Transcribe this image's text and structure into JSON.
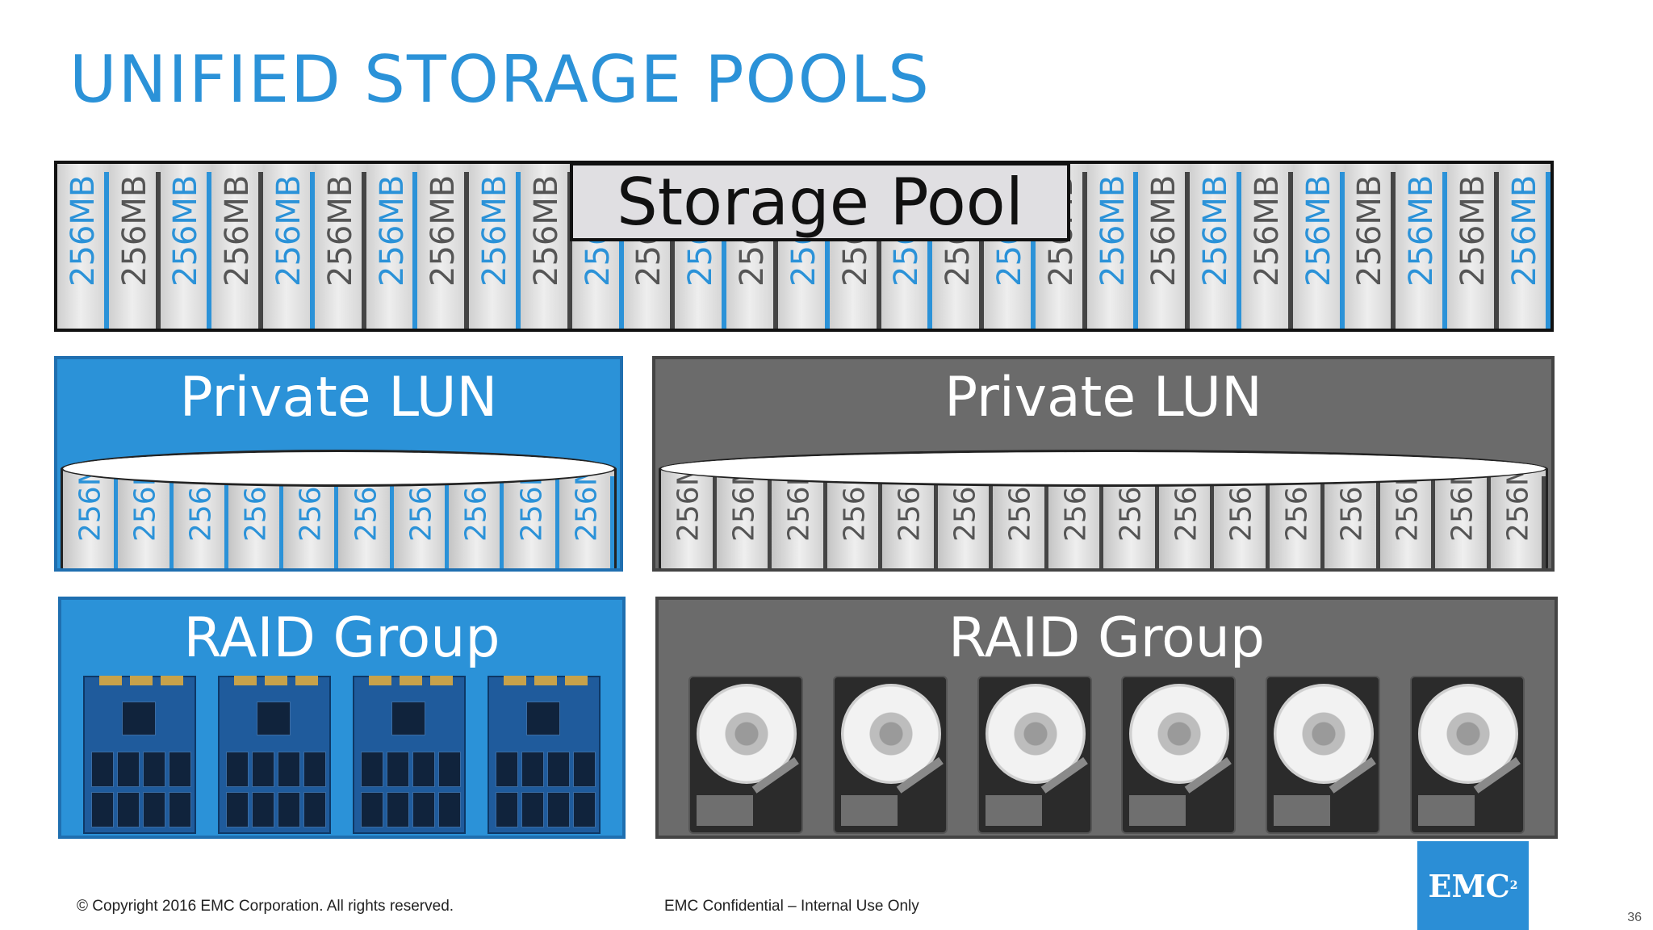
{
  "title": "UNIFIED STORAGE POOLS",
  "colors": {
    "accent": "#2b92d8",
    "gray_box": "#6b6b6b",
    "blue_box": "#2b92d8"
  },
  "storage_pool": {
    "label": "Storage Pool",
    "slice_label": "256MB",
    "slice_count": 29,
    "pattern": [
      "blue",
      "gray"
    ]
  },
  "private_luns": [
    {
      "label": "Private LUN",
      "theme": "blue",
      "slice_label": "256MB",
      "slice_count": 10
    },
    {
      "label": "Private LUN",
      "theme": "gray",
      "slice_label": "256MB",
      "slice_count": 16
    }
  ],
  "raid_groups": [
    {
      "label": "RAID Group",
      "theme": "blue",
      "drive_type": "ssd-icon",
      "drive_count": 4
    },
    {
      "label": "RAID Group",
      "theme": "gray",
      "drive_type": "hard-disk-icon",
      "drive_count": 6
    }
  ],
  "footer": {
    "copyright": "© Copyright 2016 EMC Corporation. All rights reserved.",
    "confidential": "EMC Confidential – Internal  Use Only",
    "logo": "EMC",
    "logo_sup": "2",
    "page_number": "36"
  }
}
